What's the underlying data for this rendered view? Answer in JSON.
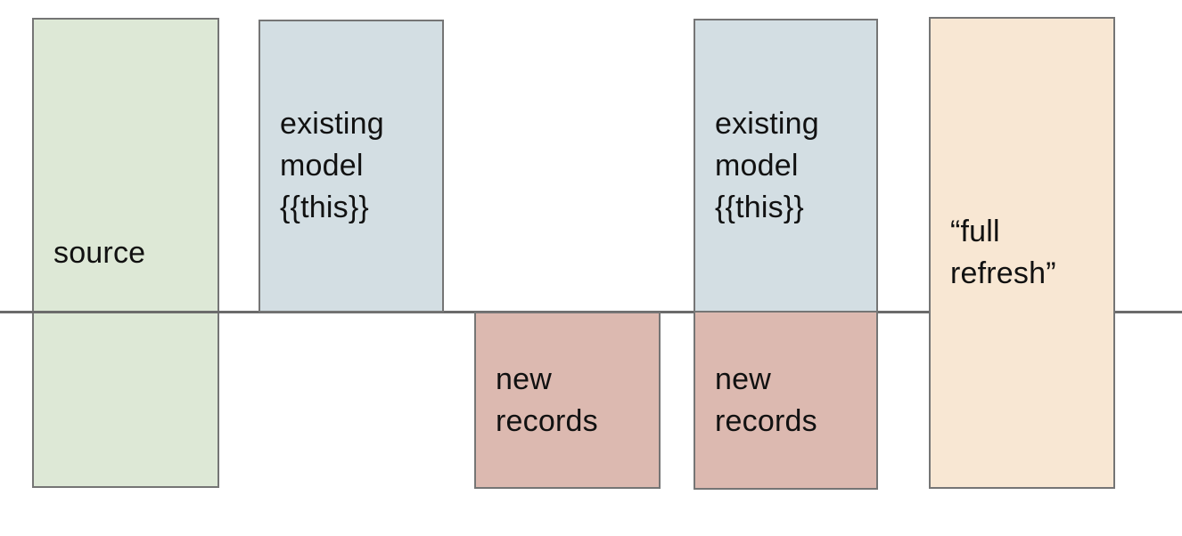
{
  "diagram": {
    "description": "dbt incremental model diagram with boxes split by a horizontal divider line",
    "divider_line": {
      "color": "#6b6b6b"
    },
    "box_border_color": "#757575",
    "text_color": "#111111",
    "boxes": [
      {
        "name": "source",
        "label": "source",
        "fill": "#dde8d6"
      },
      {
        "name": "existing-model-1",
        "label": "existing\nmodel\n{{this}}",
        "fill": "#d3dee3"
      },
      {
        "name": "new-records-1",
        "label": "new\nrecords",
        "fill": "#dcb9b0"
      },
      {
        "name": "existing-model-2",
        "label": "existing\nmodel\n{{this}}",
        "fill": "#d3dee3"
      },
      {
        "name": "new-records-2",
        "label": "new\nrecords",
        "fill": "#dcb9b0"
      },
      {
        "name": "full-refresh",
        "label": "“full\nrefresh”",
        "fill": "#f8e7d3"
      }
    ]
  }
}
